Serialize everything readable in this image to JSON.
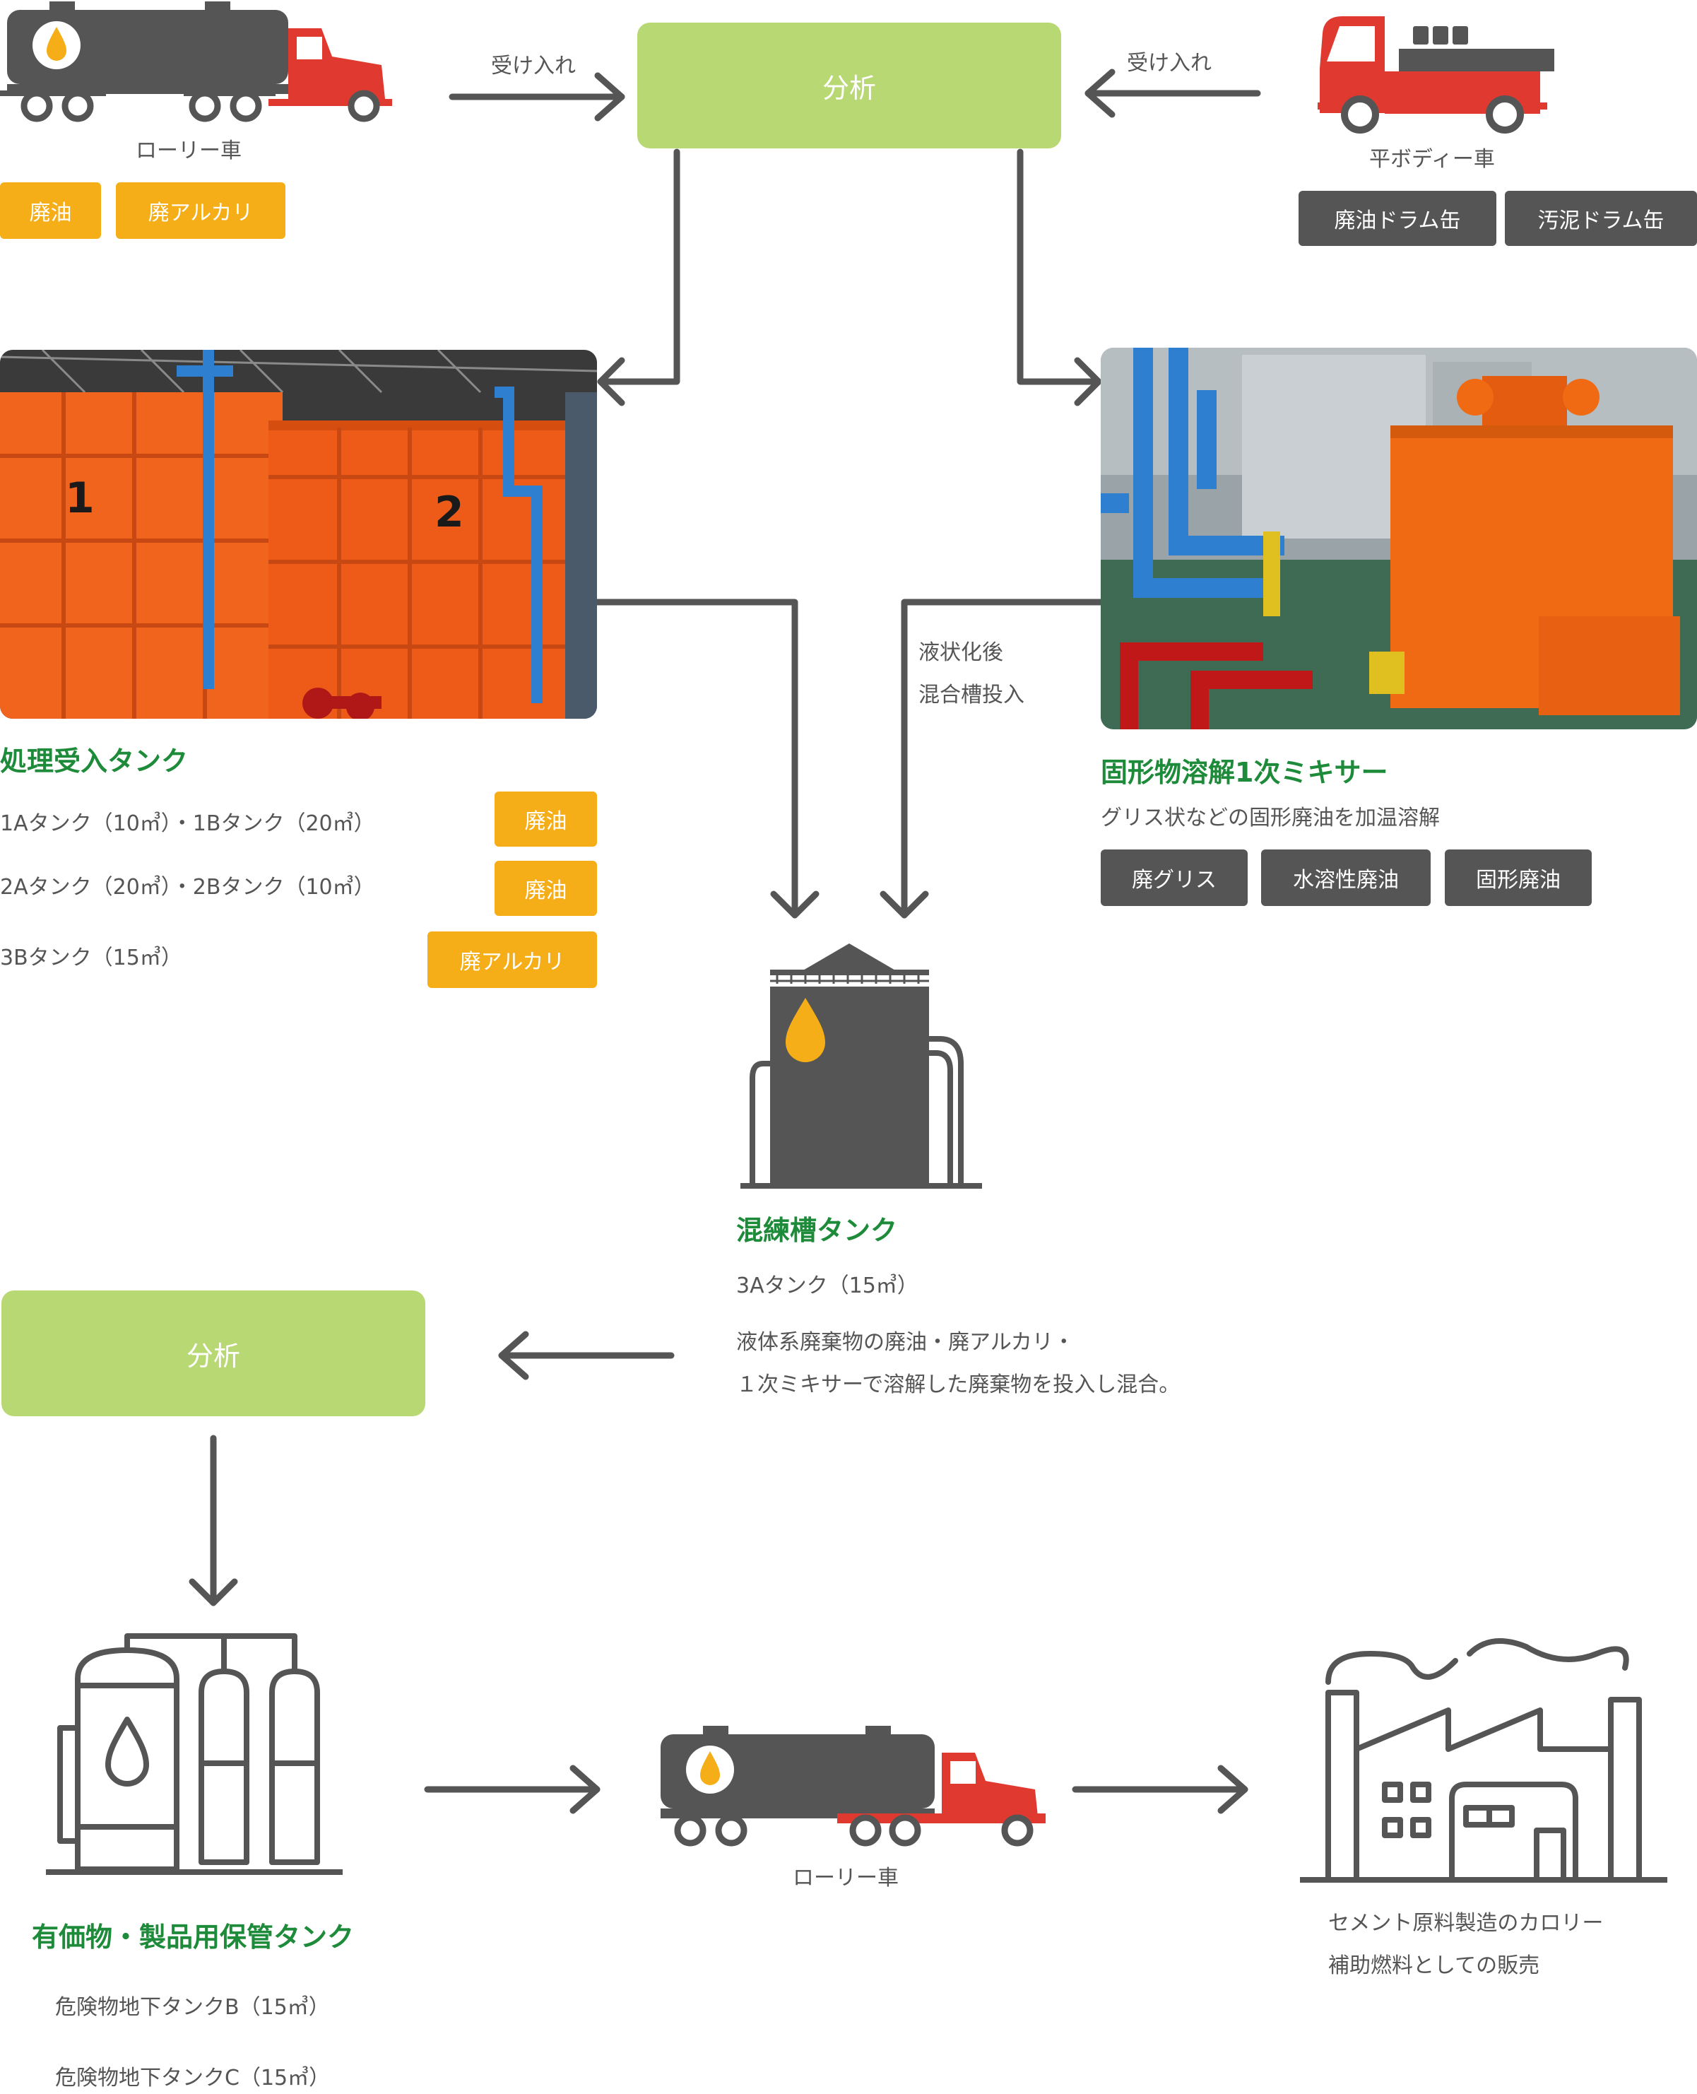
{
  "top": {
    "left_vehicle_label": "ローリー車",
    "left_tags": [
      "廃油",
      "廃アルカリ"
    ],
    "left_arrow_label": "受け入れ",
    "analysis_label": "分析",
    "right_arrow_label": "受け入れ",
    "right_vehicle_label": "平ボディー車",
    "right_tags": [
      "廃油ドラム缶",
      "汚泥ドラム缶"
    ]
  },
  "receiving_tank": {
    "title": "処理受入タンク",
    "photo_numbers": [
      "1",
      "2"
    ],
    "rows": [
      {
        "text": "1Aタンク（10㎥）・1Bタンク（20㎥）",
        "tag": "廃油"
      },
      {
        "text": "2Aタンク（20㎥）・2Bタンク（10㎥）",
        "tag": "廃油"
      },
      {
        "text": "3Bタンク（15㎥）",
        "tag": "廃アルカリ"
      }
    ]
  },
  "mixer": {
    "title": "固形物溶解1次ミキサー",
    "description": "グリス状などの固形廃油を加温溶解",
    "tags": [
      "廃グリス",
      "水溶性廃油",
      "固形廃油"
    ],
    "arrow_label_lines": [
      "液状化後",
      "混合槽投入"
    ]
  },
  "mixing_tank": {
    "title": "混練槽タンク",
    "capacity": "3Aタンク（15㎥）",
    "description_lines": [
      "液体系廃棄物の廃油・廃アルカリ・",
      "１次ミキサーで溶解した廃棄物を投入し混合。"
    ]
  },
  "analysis2": {
    "label": "分析"
  },
  "storage_tank": {
    "title": "有価物・製品用保管タンク",
    "rows": [
      "危険物地下タンクB（15㎥）",
      "危険物地下タンクC（15㎥）"
    ]
  },
  "lorry2": {
    "label": "ローリー車"
  },
  "factory": {
    "lines": [
      "セメント原料製造のカロリー",
      "補助燃料としての販売"
    ]
  },
  "colors": {
    "green_box": "#b8d873",
    "heading_green": "#1e8b3a",
    "tag_yellow": "#f5ae17",
    "tag_gray": "#555555",
    "truck_red": "#e03a30",
    "icon_gray": "#555555",
    "oil_drop": "#f5ae17",
    "tank_orange": "#f0641e",
    "pipe_blue": "#2f7fd0"
  }
}
